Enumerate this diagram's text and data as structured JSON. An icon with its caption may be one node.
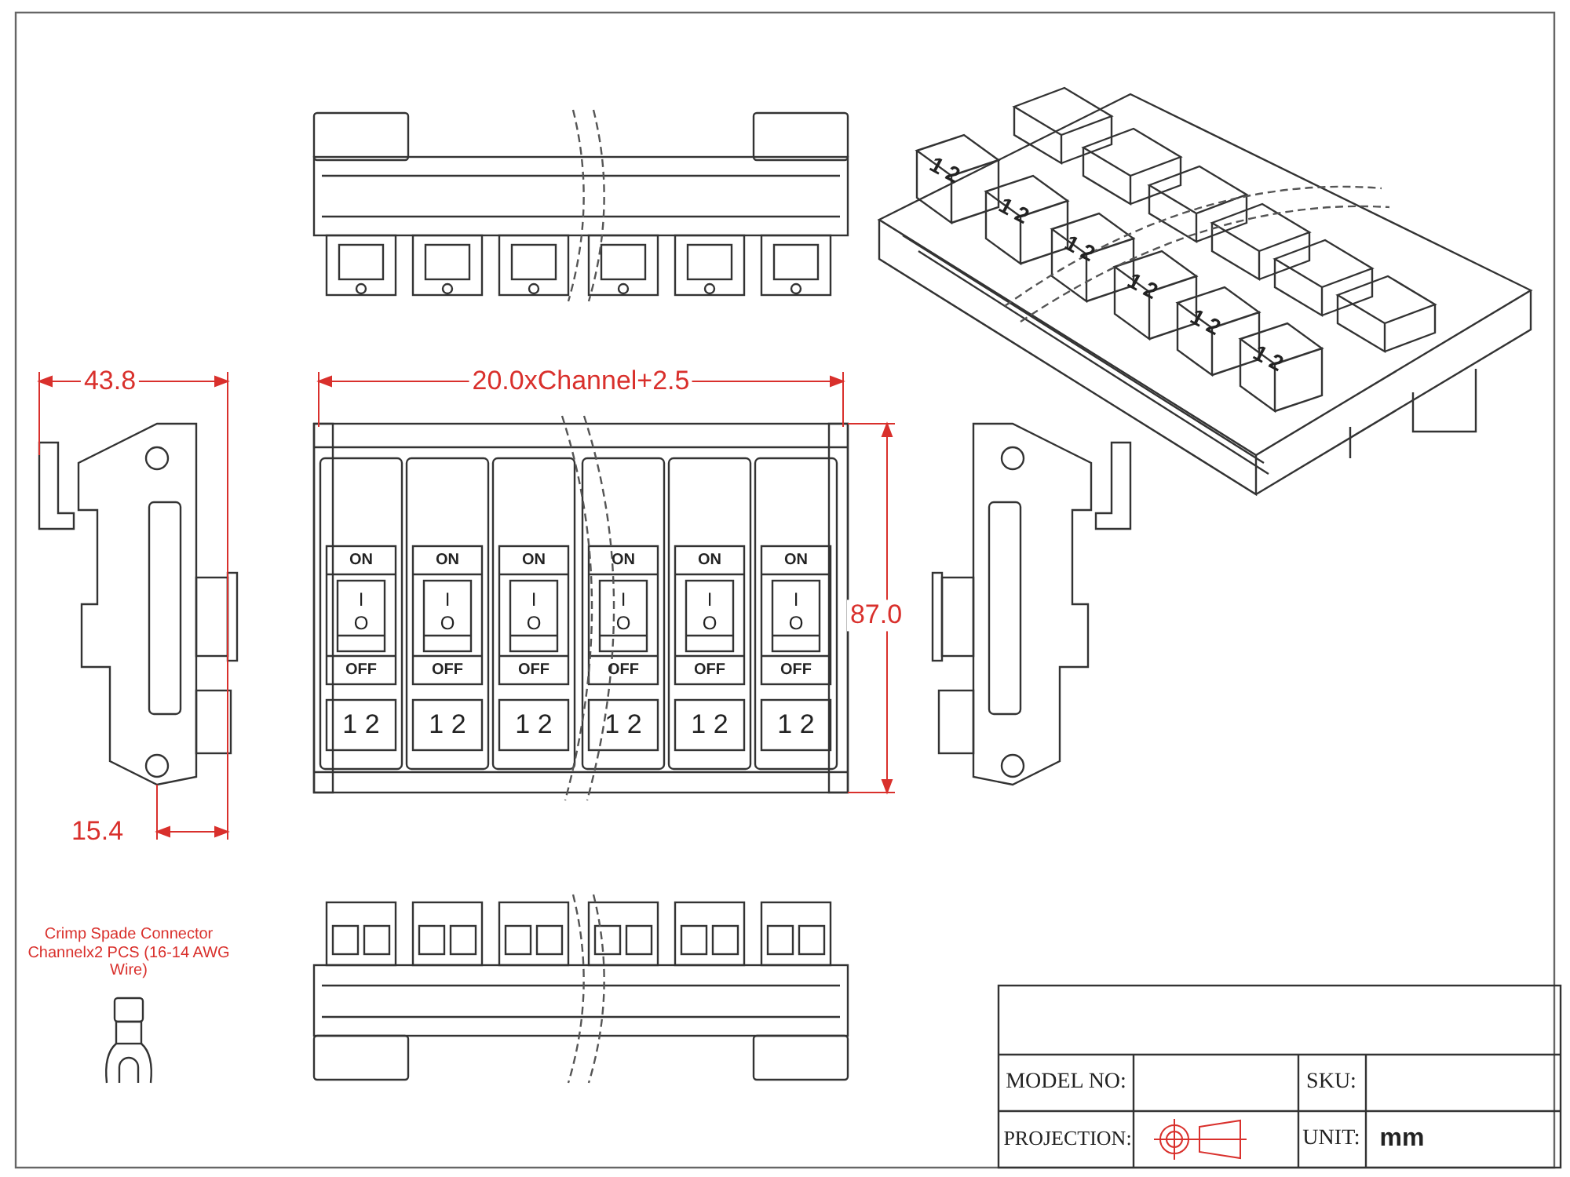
{
  "diagram": {
    "labels": [
      "1 2",
      "1 2",
      "1 2",
      "1 2",
      "1 2",
      "1 2",
      "43.8",
      "20.0xChannel+2.5",
      "87.0",
      "ON",
      "I",
      "O",
      "OFF",
      "1 2",
      "ON",
      "I",
      "O",
      "OFF",
      "1 2",
      "ON",
      "I",
      "O",
      "OFF",
      "1 2",
      "ON",
      "I",
      "O",
      "OFF",
      "1 2",
      "ON",
      "I",
      "O",
      "OFF",
      "1 2",
      "ON",
      "I",
      "O",
      "OFF",
      "1 2",
      "15.4",
      "Crimp Spade Connector Channelx2 PCS (16-14 AWG Wire)",
      "MODEL NO:",
      "SKU:",
      "PROJECTION:",
      "UNIT:",
      "mm"
    ]
  }
}
